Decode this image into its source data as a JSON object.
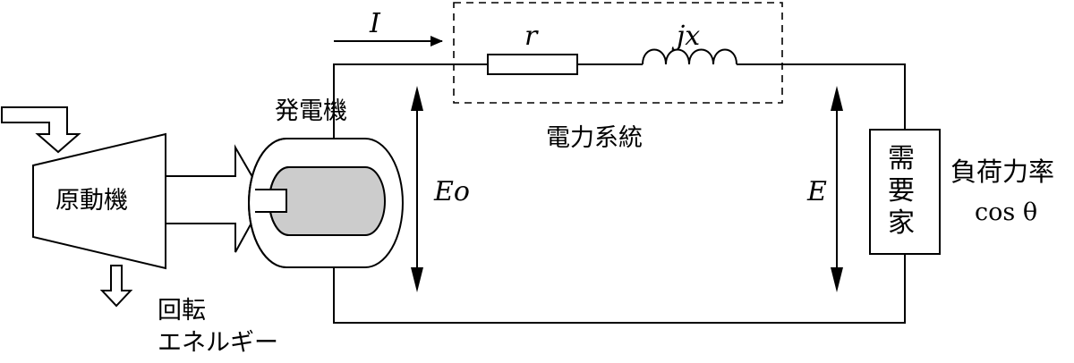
{
  "labels": {
    "prime_mover": "原動機",
    "generator": "発電機",
    "rotation_energy_line1": "回転",
    "rotation_energy_line2": "エネルギー",
    "power_system": "電力系統",
    "consumer_chars": [
      "需",
      "要",
      "家"
    ],
    "load_power_factor": "負荷力率",
    "cos_theta": "cos θ"
  },
  "symbols": {
    "current": "I",
    "resistance": "r",
    "reactance": "jx",
    "generator_voltage": "Eo",
    "receiving_voltage": "E"
  },
  "colors": {
    "line": "#000000",
    "rotor_fill": "#cccccc",
    "background": "#ffffff"
  }
}
